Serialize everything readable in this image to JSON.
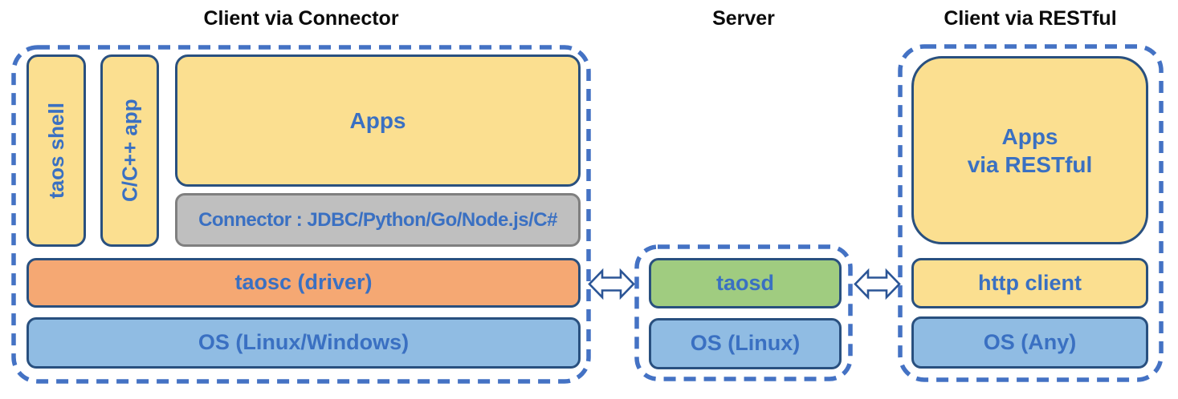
{
  "diagram": {
    "titles": {
      "client_connector": "Client via Connector",
      "server": "Server",
      "client_restful": "Client via RESTful"
    },
    "client_connector": {
      "taos_shell": "taos shell",
      "cpp_app": "C/C++ app",
      "apps": "Apps",
      "connector": "Connector : JDBC/Python/Go/Node.js/C#",
      "taosc": "taosc (driver)",
      "os": "OS (Linux/Windows)"
    },
    "server": {
      "taosd": "taosd",
      "os": "OS (Linux)"
    },
    "client_restful": {
      "apps": "Apps\nvia RESTful",
      "http_client": "http client",
      "os": "OS (Any)"
    },
    "colors": {
      "dashed_border": "#4472C4",
      "box_border": "#29507F",
      "label_text": "#3A70C2",
      "title_text": "#0B0B0B",
      "yellow_fill": "#FBDF90",
      "orange_fill": "#F5A873",
      "blue_fill": "#90BCE3",
      "green_fill": "#A0CC80",
      "gray_fill": "#BFBFBF"
    }
  }
}
